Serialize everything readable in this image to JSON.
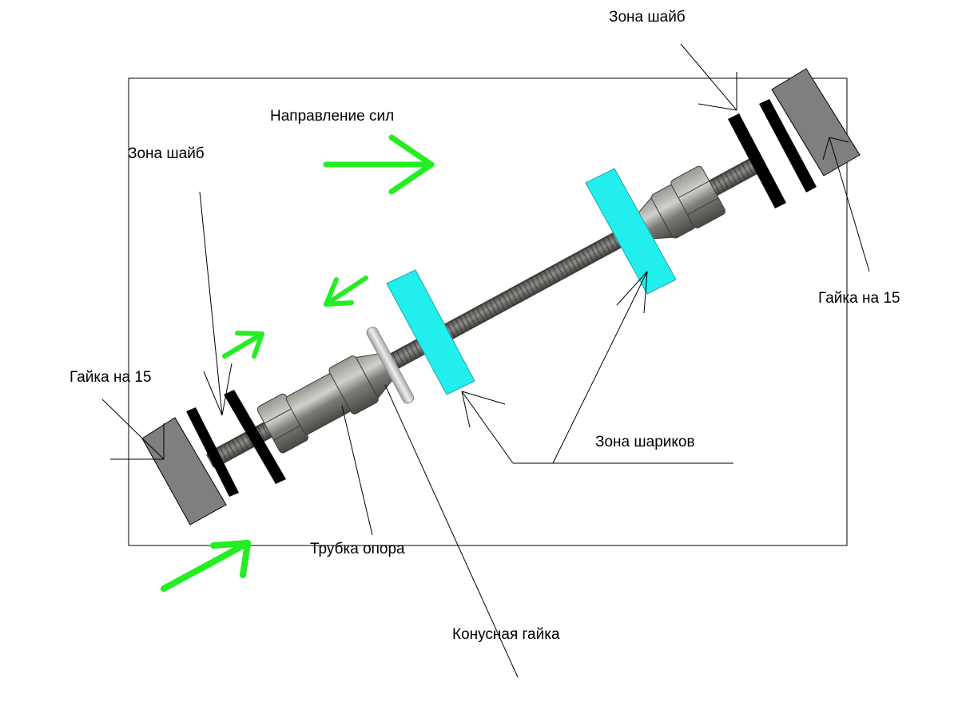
{
  "labels": {
    "washer_zone": "Зона шайб",
    "nut_15": "Гайка на 15",
    "force_direction": "Направление сил",
    "ball_zone": "Зона шариков",
    "support_tube": "Трубка опора",
    "cone_nut": "Конусная гайка"
  },
  "colors": {
    "arrow_green": "#22ee22",
    "ball_zone_cyan": "#22eeee",
    "washer_black": "#000000",
    "nut_gray": "#7f7f7f",
    "metal_dark": "#5e5c58",
    "metal_light": "#b5b3ae",
    "washer_silver": "#dcdcdc"
  }
}
